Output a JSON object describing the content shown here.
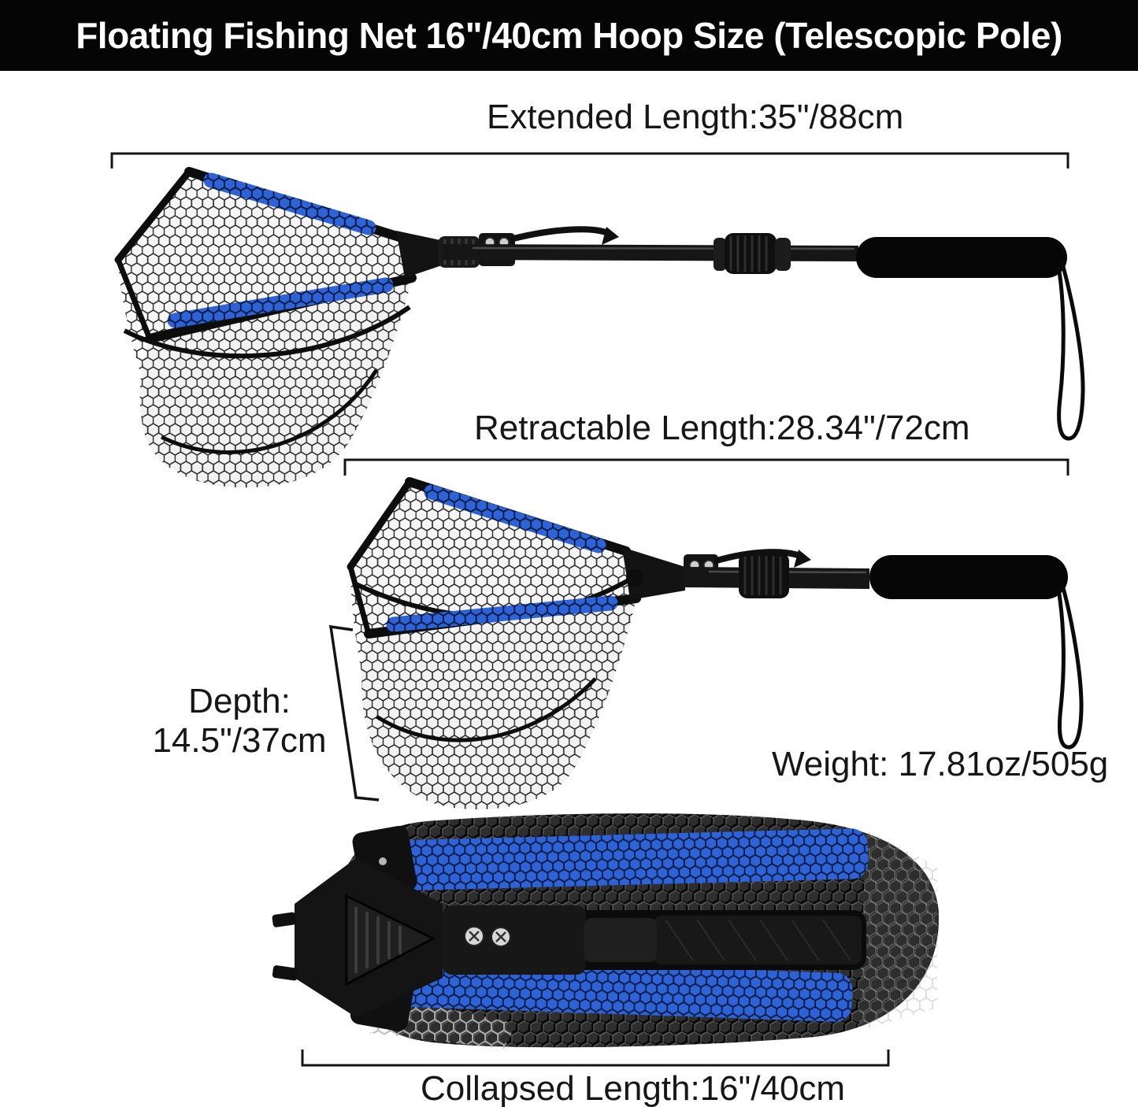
{
  "header": {
    "title": "Floating Fishing Net 16\"/40cm Hoop Size (Telescopic Pole)"
  },
  "annotations": {
    "extended_length": "Extended Length:35\"/88cm",
    "retractable_length": "Retractable Length:28.34\"/72cm",
    "depth_label": "Depth:",
    "depth_value": "14.5\"/37cm",
    "weight": "Weight: 17.81oz/505g",
    "collapsed_length": "Collapsed Length:16\"/40cm"
  },
  "colors": {
    "accent_blue": "#2e63d8",
    "frame_black": "#111111",
    "header_bg": "#050505",
    "header_text": "#ffffff",
    "annotation_text": "#161616"
  }
}
